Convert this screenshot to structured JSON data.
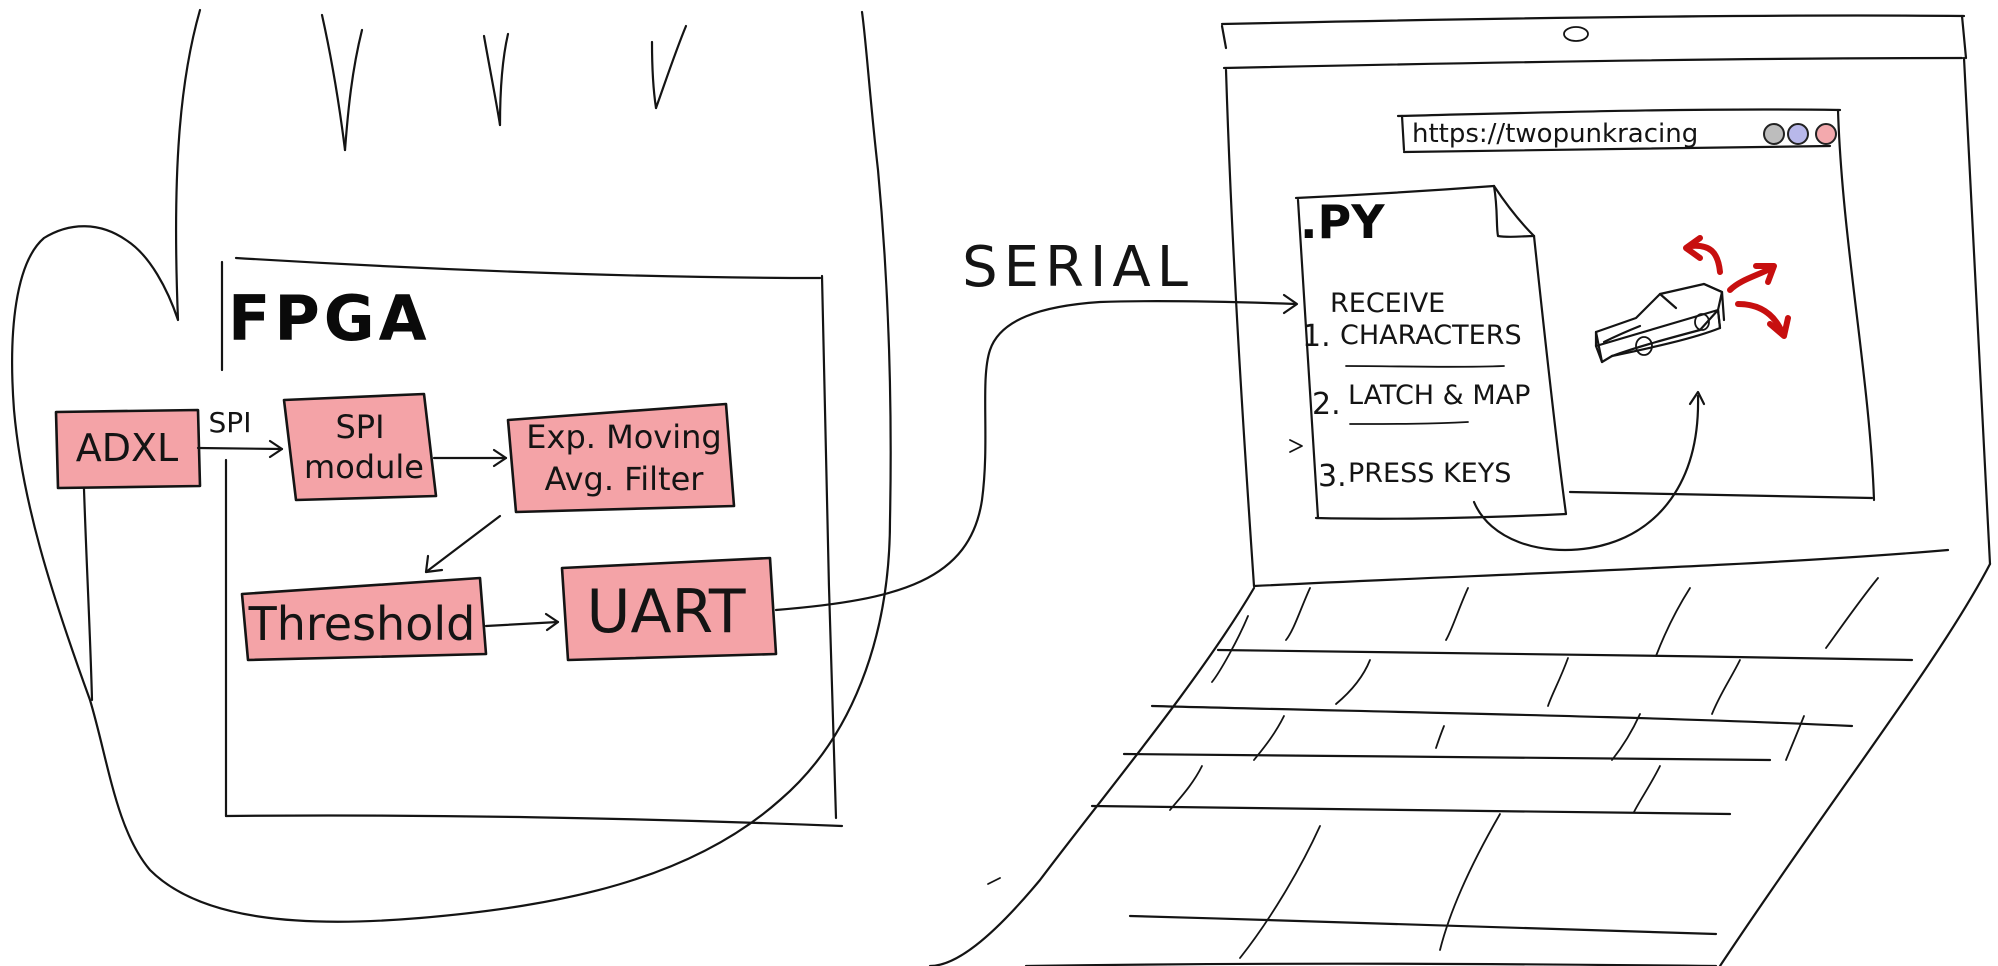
{
  "fpga": {
    "title": "FPGA",
    "sensor_label": "ADXL",
    "bus_label": "SPI",
    "spi_module_line1": "SPI",
    "spi_module_line2": "module",
    "filter_line1": "Exp. Moving",
    "filter_line2": "Avg. Filter",
    "threshold_label": "Threshold",
    "uart_label": "UART"
  },
  "link": {
    "label": "SERIAL"
  },
  "laptop": {
    "browser_url": "https://twopunkracing",
    "script": {
      "title": ".PY",
      "steps": [
        {
          "number": "1.",
          "text_line1": "RECEIVE",
          "text_line2": "CHARACTERS"
        },
        {
          "number": "2.",
          "text_line1": "LATCH & MAP"
        },
        {
          "number": "3.",
          "text_line1": "PRESS KEYS"
        }
      ]
    }
  },
  "colors": {
    "box_fill": "#f4a3a7",
    "ink": "#141414",
    "step_number": "#3d8fe0",
    "steer_arrows": "#c70f0f",
    "window_btn_1": "#bdbdbd",
    "window_btn_2": "#b8b8ea",
    "window_btn_3": "#f3a9ad"
  }
}
